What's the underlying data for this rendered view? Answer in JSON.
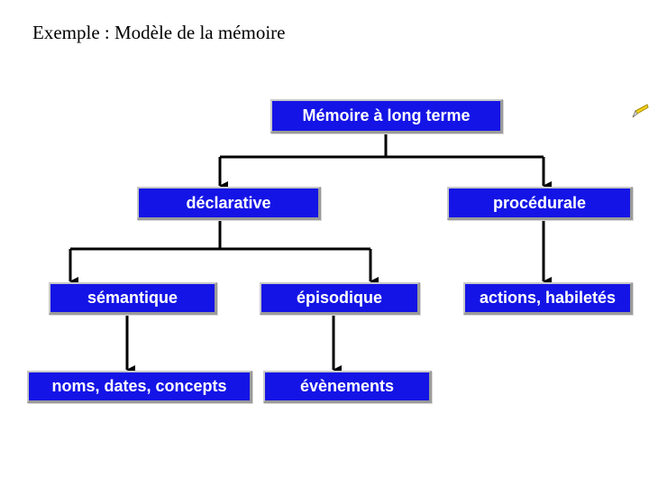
{
  "title": "Exemple : Modèle de la mémoire",
  "nodes": {
    "root": "Mémoire à long terme",
    "declarative": "déclarative",
    "procedurale": "procédurale",
    "semantique": "sémantique",
    "episodique": "épisodique",
    "actions": "actions, habiletés",
    "noms": "noms, dates, concepts",
    "evenements": "évènements"
  },
  "colors": {
    "node_fill": "#1414e6",
    "node_text": "#ffffff",
    "connector": "#000000",
    "pen_accent": "#f2d21b"
  },
  "icons": {
    "pen": "pen-icon"
  }
}
